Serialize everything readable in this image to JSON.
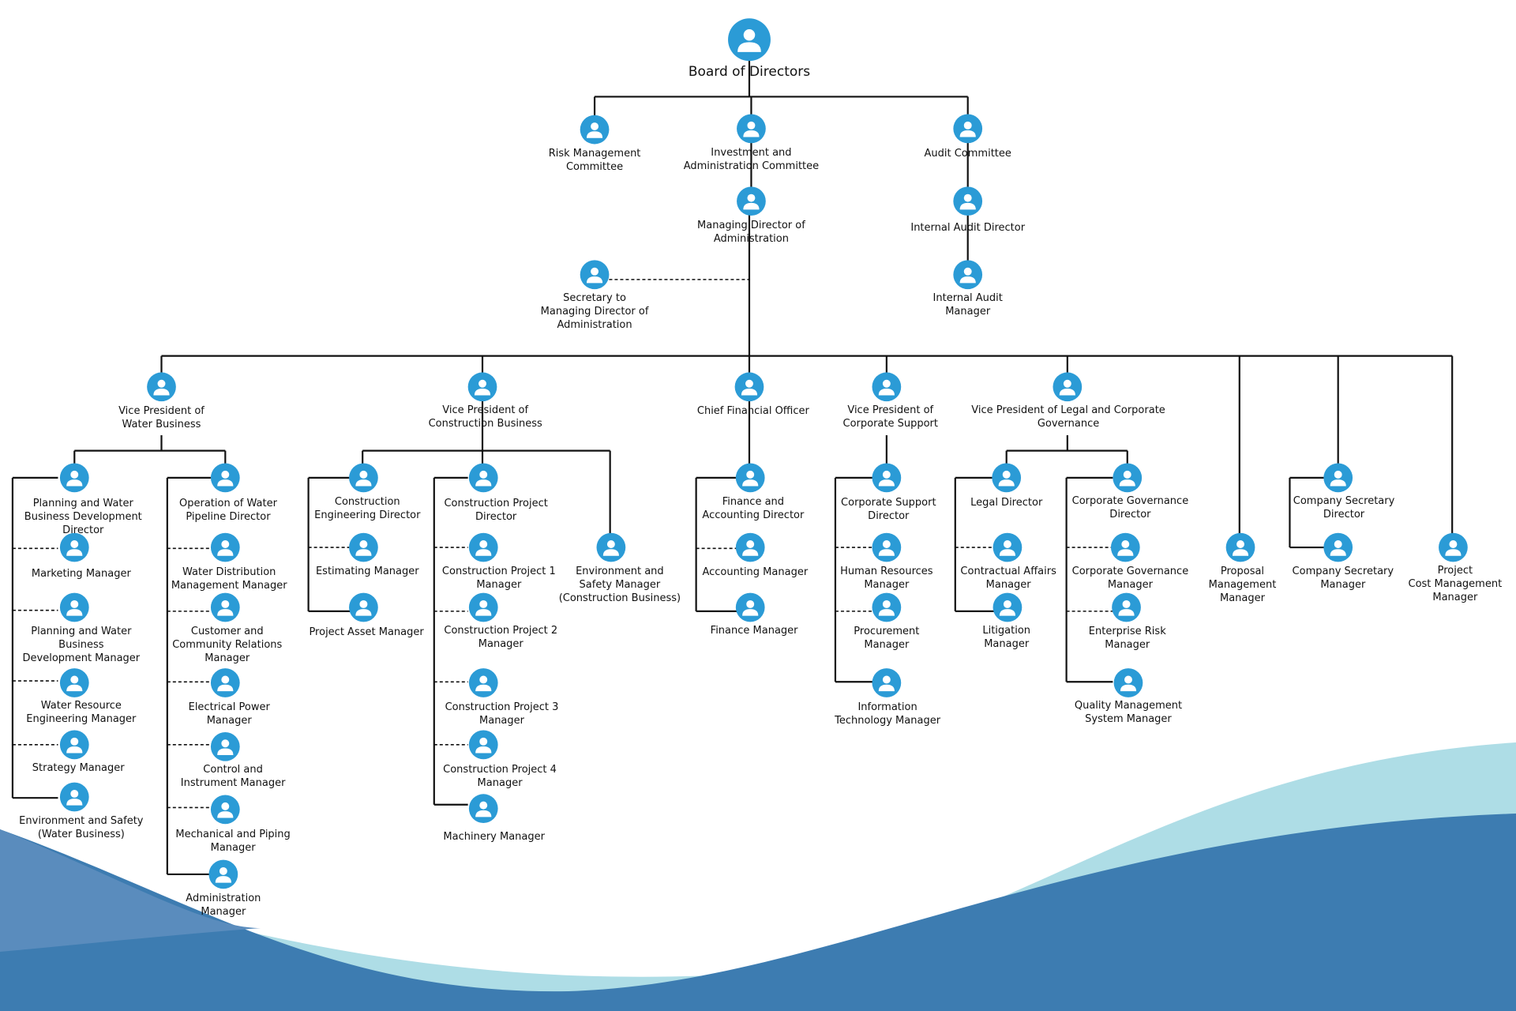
{
  "colors": {
    "icon_fill": "#2b9bd6",
    "line": "#111111",
    "wave_light": "#aedde6",
    "wave_mid": "#5a8cbd",
    "wave_dark": "#3d7cb1"
  },
  "icon_name": "person-icon",
  "nodes": {
    "bod": "Board of Directors",
    "risk": "Risk Management\nCommittee",
    "invest": "Investment and\nAdministration Committee",
    "audit": "Audit Committee",
    "md": "Managing Director of\nAdministration",
    "iad": "Internal Audit Director",
    "iam": "Internal Audit\nManager",
    "sec": "Secretary to\nManaging Director of\nAdministration",
    "vpw": "Vice President of\nWater Business",
    "vpc": "Vice President of\nConstruction Business",
    "cfo": "Chief Financial Officer",
    "vpcs": "Vice President of\nCorporate Support",
    "vpl": "Vice President of Legal and Corporate\nGovernance",
    "pwbd_dir": "Planning and Water\nBusiness Development\nDirector",
    "mkt": "Marketing Manager",
    "pwbd_mgr": "Planning and Water\nBusiness\nDevelopment Manager",
    "wre": "Water Resource\nEngineering Manager",
    "strat": "Strategy Manager",
    "env_w": "Environment and Safety\n(Water Business)",
    "owp_dir": "Operation of Water\nPipeline Director",
    "wdm": "Water Distribution\nManagement Manager",
    "ccr": "Customer and\nCommunity Relations\nManager",
    "epm": "Electrical Power\nManager",
    "cim": "Control and\nInstrument Manager",
    "mpm": "Mechanical and Piping\nManager",
    "adm": "Administration\nManager",
    "ced": "Construction\nEngineering Director",
    "est": "Estimating Manager",
    "pam": "Project Asset Manager",
    "cpd": "Construction Project\nDirector",
    "cp1": "Construction Project 1\nManager",
    "cp2": "Construction Project 2\nManager",
    "cp3": "Construction Project 3\nManager",
    "cp4": "Construction Project 4\nManager",
    "mach": "Machinery Manager",
    "env_c": "Environment and\nSafety Manager\n(Construction Business)",
    "fad": "Finance and\nAccounting Director",
    "acc": "Accounting Manager",
    "fin": "Finance Manager",
    "csd": "Corporate Support\nDirector",
    "hrm": "Human Resources\nManager",
    "proc": "Procurement\nManager",
    "itm": "Information\nTechnology Manager",
    "legal": "Legal Director",
    "cam": "Contractual Affairs\nManager",
    "lit": "Litigation\nManager",
    "cgd": "Corporate Governance\nDirector",
    "cgm": "Corporate Governance\nManager",
    "erm": "Enterprise Risk\nManager",
    "qms": "Quality Management\nSystem Manager",
    "prop": "Proposal\nManagement\nManager",
    "csdir": "Company Secretary\nDirector",
    "csmgr": "Company Secretary\nManager",
    "pcm": "Project\nCost Management\nManager"
  }
}
